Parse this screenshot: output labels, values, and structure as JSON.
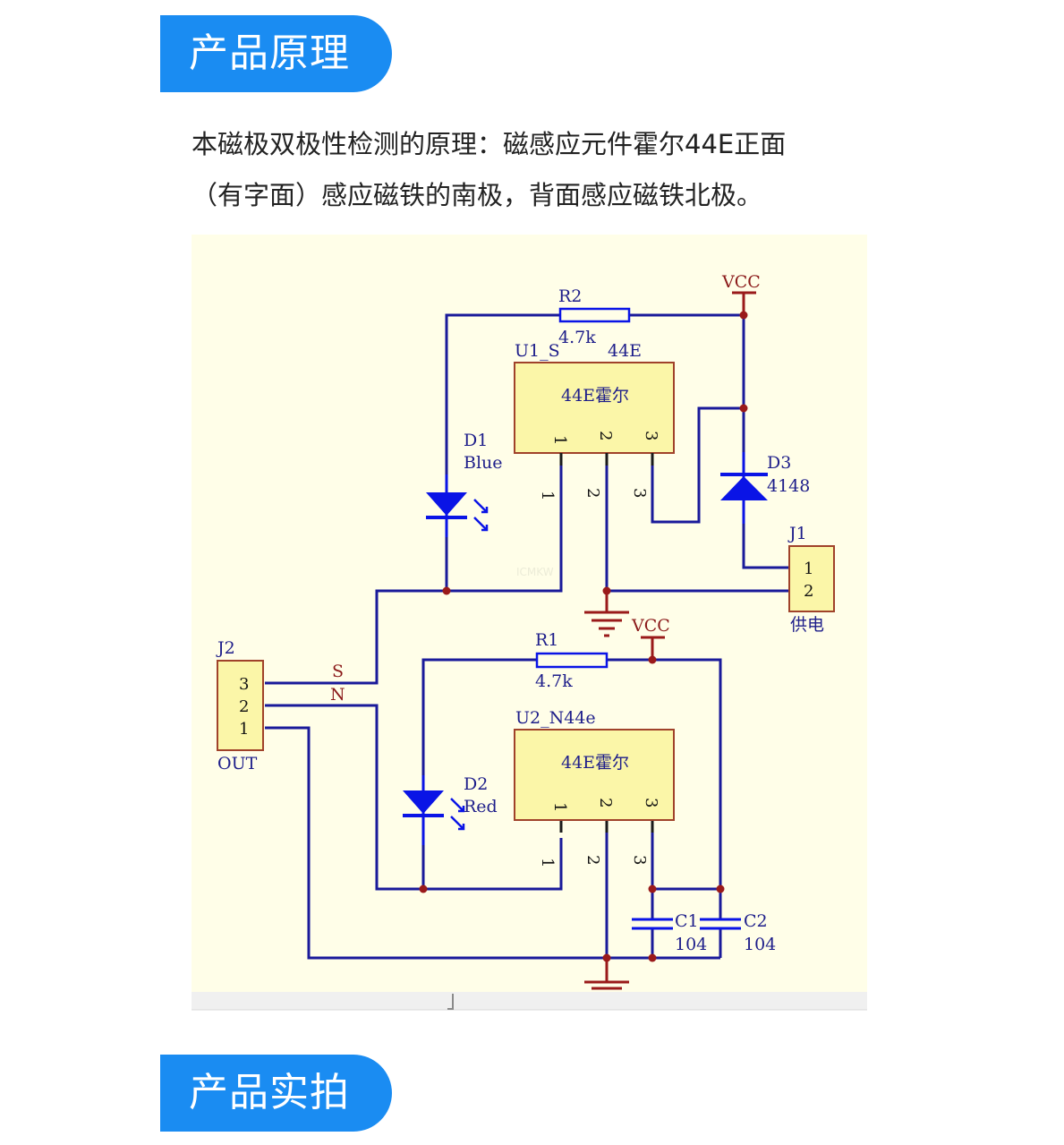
{
  "sections": [
    {
      "title": "产品原理"
    },
    {
      "title": "产品实拍"
    }
  ],
  "description": {
    "line1": "本磁极双极性检测的原理：磁感应元件霍尔44E正面",
    "line2": "（有字面）感应磁铁的南极，背面感应磁铁北极。"
  },
  "colors": {
    "banner": "#1a8cf2",
    "schematic_bg": "#fffee8",
    "wire_blue": "#1a1a9a",
    "wire_black": "#1a1a1a",
    "component_blue": "#0a14e6",
    "power_red": "#9a1a1a",
    "ic_fill": "#fbf6a8",
    "ic_border": "#a0422a"
  },
  "schematic": {
    "watermark": "ICMKW",
    "power_labels": {
      "vcc_top": "VCC",
      "vcc_bottom": "VCC"
    },
    "resistors": [
      {
        "ref": "R2",
        "value": "4.7k"
      },
      {
        "ref": "R1",
        "value": "4.7k"
      }
    ],
    "ics": [
      {
        "ref": "U1_S",
        "part": "44E",
        "body_text": "44E霍尔",
        "pins": [
          "1",
          "2",
          "3"
        ]
      },
      {
        "ref": "U2_N44e",
        "part": "",
        "body_text": "44E霍尔",
        "pins": [
          "1",
          "2",
          "3"
        ]
      }
    ],
    "leds": [
      {
        "ref": "D1",
        "value": "Blue"
      },
      {
        "ref": "D2",
        "value": "Red"
      }
    ],
    "diode": {
      "ref": "D3",
      "value": "4148"
    },
    "capacitors": [
      {
        "ref": "C1",
        "value": "104"
      },
      {
        "ref": "C2",
        "value": "104"
      }
    ],
    "connectors": [
      {
        "ref": "J1",
        "pins": [
          "1",
          "2"
        ],
        "label": "供电"
      },
      {
        "ref": "J2",
        "pins": [
          "3",
          "2",
          "1"
        ],
        "label": "OUT"
      }
    ],
    "net_labels": {
      "s": "S",
      "n": "N"
    }
  }
}
